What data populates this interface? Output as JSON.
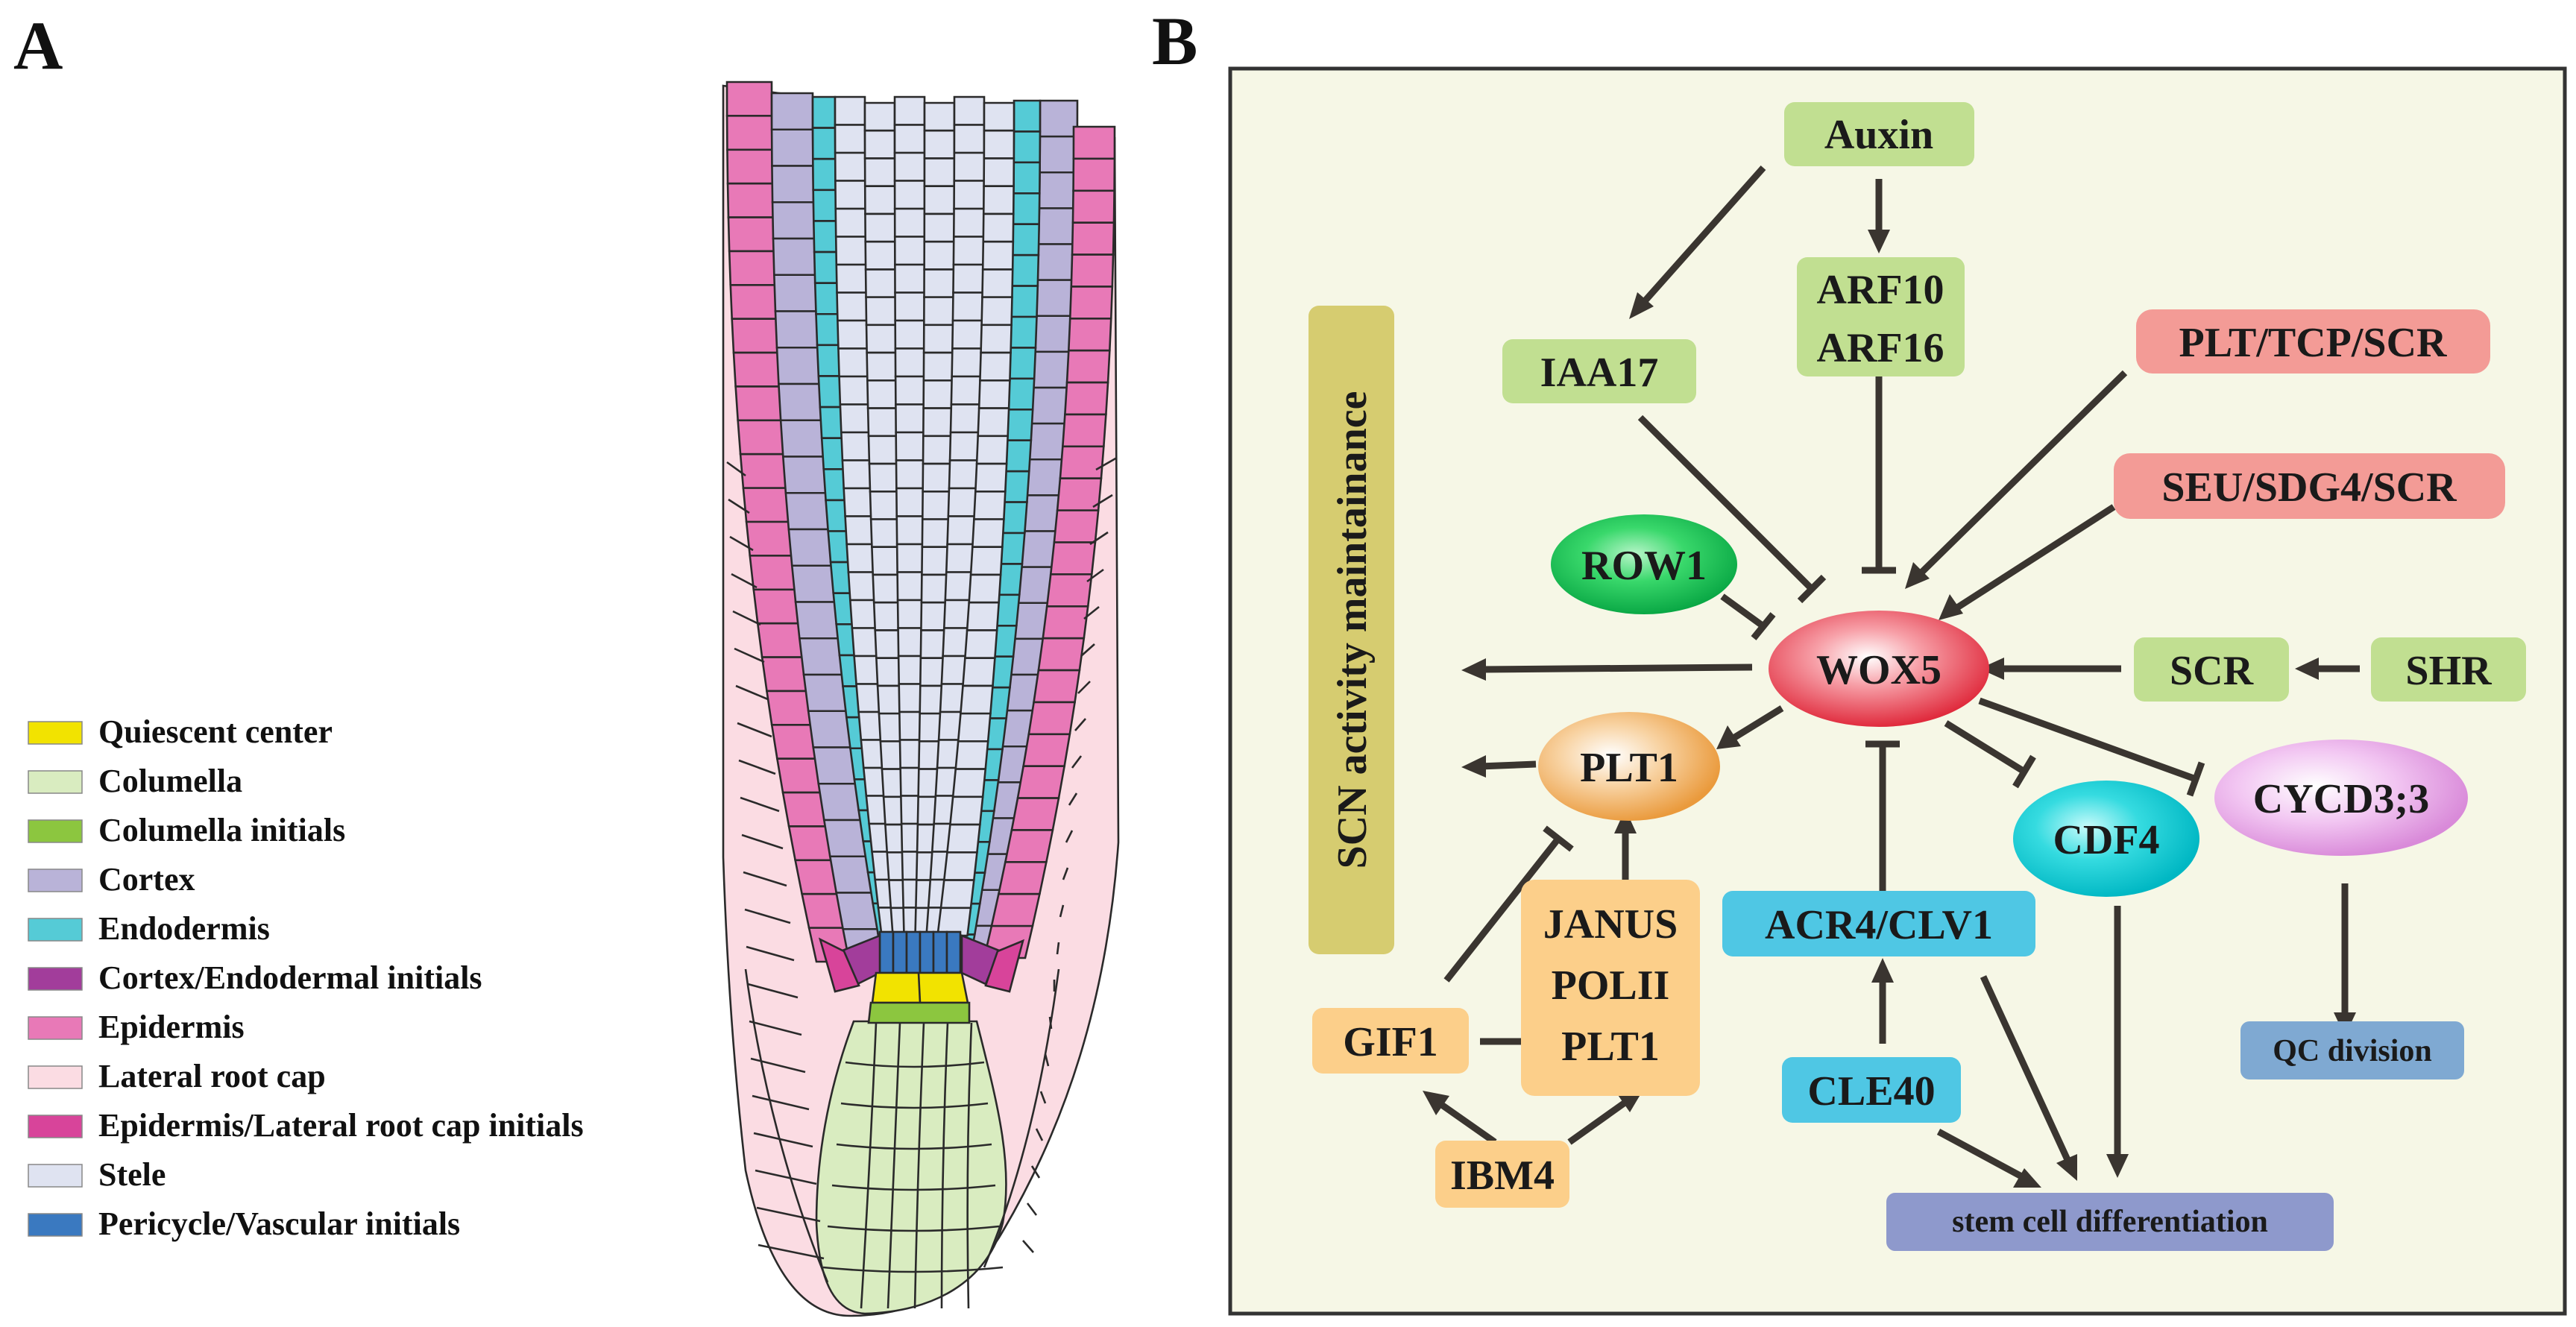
{
  "panels": {
    "a": "A",
    "b": "B"
  },
  "colors": {
    "quiescent_center": "#f2e300",
    "columella": "#d9ecc0",
    "columella_initials": "#8cc63f",
    "cortex": "#b9b3d8",
    "endodermis": "#55cbd6",
    "cortex_endodermal_initials": "#a23d9b",
    "epidermis": "#e879b7",
    "lateral_root_cap": "#fbdce3",
    "epidermis_lrc_initials": "#d8449a",
    "stele": "#dfe3f1",
    "pericycle_vascular_initials": "#3a79c0",
    "panel_b_bg": "#f6f7e6",
    "green_box": "#c1df91",
    "red_box": "#f39b96",
    "orange_box": "#fccf8a",
    "cyan_box": "#4fc7e4",
    "blue_box": "#7fa9d2",
    "purple_box": "#8e99cc",
    "scn_box": "#d6cc70"
  },
  "legend": [
    {
      "key": "quiescent_center",
      "label": "Quiescent center"
    },
    {
      "key": "columella",
      "label": "Columella"
    },
    {
      "key": "columella_initials",
      "label": "Columella initials"
    },
    {
      "key": "cortex",
      "label": "Cortex"
    },
    {
      "key": "endodermis",
      "label": "Endodermis"
    },
    {
      "key": "cortex_endodermal_initials",
      "label": "Cortex/Endodermal initials"
    },
    {
      "key": "epidermis",
      "label": "Epidermis"
    },
    {
      "key": "lateral_root_cap",
      "label": "Lateral root cap"
    },
    {
      "key": "epidermis_lrc_initials",
      "label": "Epidermis/Lateral root cap initials"
    },
    {
      "key": "stele",
      "label": "Stele"
    },
    {
      "key": "pericycle_vascular_initials",
      "label": "Pericycle/Vascular initials"
    }
  ],
  "nodes": {
    "auxin": "Auxin",
    "arf10": "ARF10",
    "arf16": "ARF16",
    "iaa17": "IAA17",
    "plt_tcp_scr": "PLT/TCP/SCR",
    "seu_sdg4_scr": "SEU/SDG4/SCR",
    "row1": "ROW1",
    "wox5": "WOX5",
    "scr": "SCR",
    "shr": "SHR",
    "plt1": "PLT1",
    "cdf4": "CDF4",
    "cycd3": "CYCD3;3",
    "janus": "JANUS",
    "polii": "POLII",
    "plt1_b": "PLT1",
    "gif1": "GIF1",
    "acr4_clv1": "ACR4/CLV1",
    "clv40": "CLE40",
    "ibm4": "IBM4",
    "qc_division": "QC division",
    "stem_cell_diff": "stem cell differentiation",
    "scn": "SCN activity maintainance"
  }
}
